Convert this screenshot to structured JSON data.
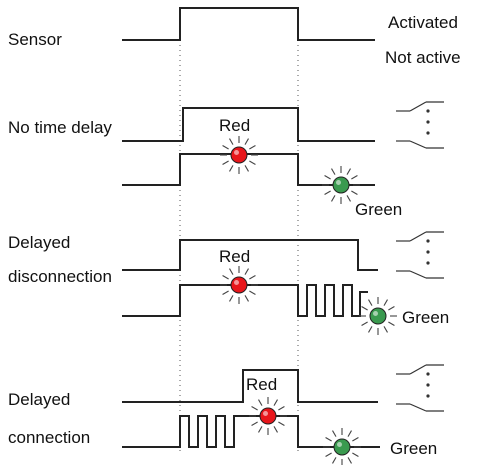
{
  "labels": {
    "sensor": "Sensor",
    "activated": "Activated",
    "not_active": "Not active",
    "no_time_delay": "No time delay",
    "delayed_1": "Delayed",
    "disconnection": "disconnection",
    "delayed_2": "Delayed",
    "connection": "connection"
  },
  "lamps": {
    "red": {
      "label": "Red",
      "color": "#e8161b"
    },
    "green": {
      "label": "Green",
      "color": "#3a9a4f"
    }
  },
  "icons": [
    "indicator-lamp-icon",
    "relay-switch-icon"
  ]
}
